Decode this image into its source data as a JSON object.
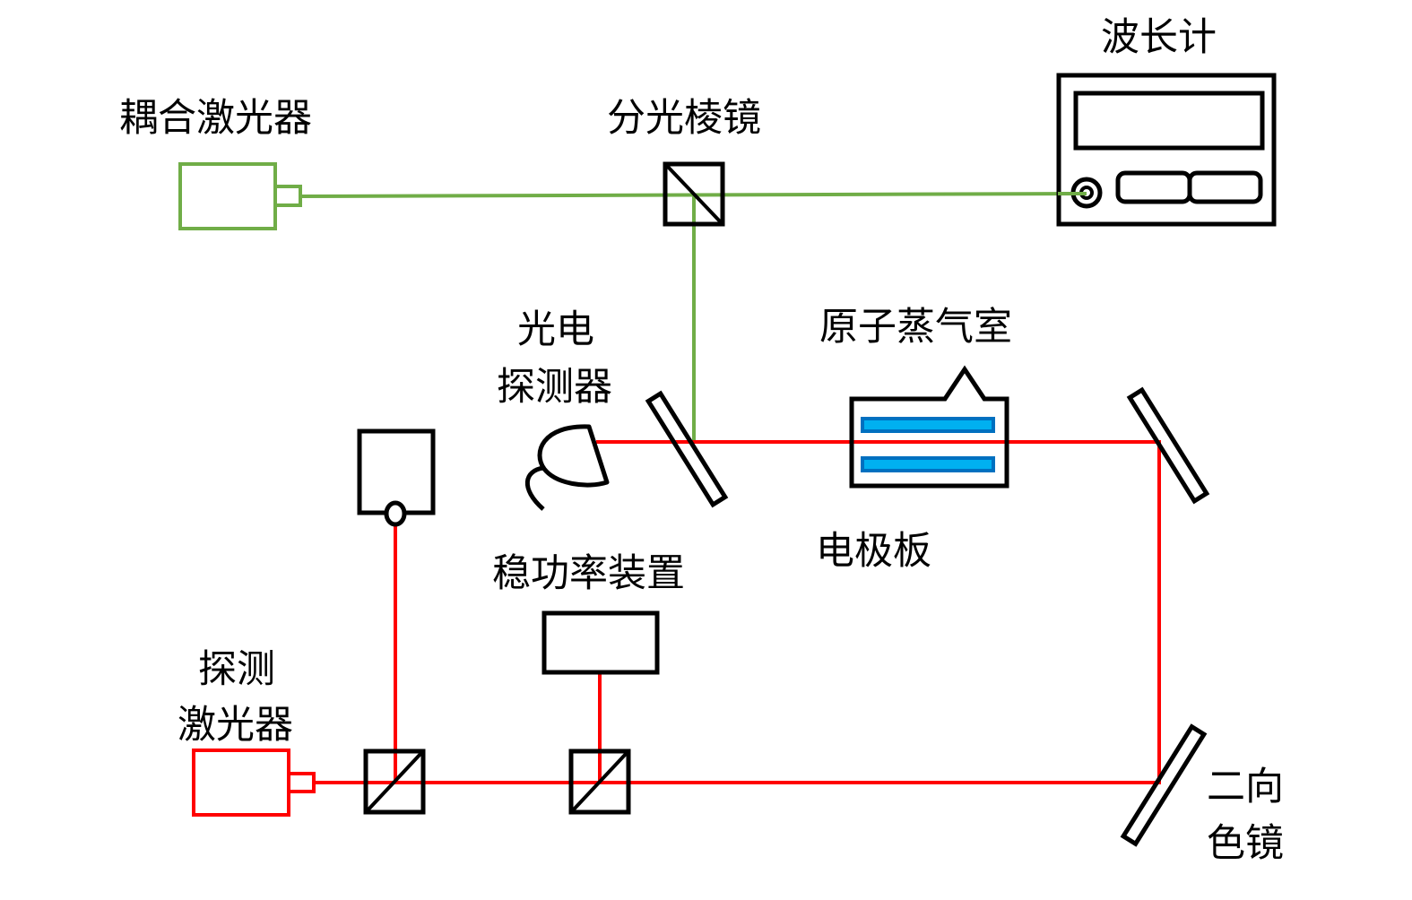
{
  "colors": {
    "coupling_beam": "#70ad47",
    "probe_beam": "#ff0000",
    "outline": "#000000",
    "electrode_fill": "#00b0f0",
    "electrode_border": "#0070c0",
    "background": "#ffffff"
  },
  "labels": {
    "wavemeter": "波长计",
    "coupling_laser": "耦合激光器",
    "beam_splitter_prism": "分光棱镜",
    "photodetector_line1": "光电",
    "photodetector_line2": "探测器",
    "vapor_cell": "原子蒸气室",
    "electrode_plates": "电极板",
    "power_stabilizer": "稳功率装置",
    "probe_laser_line1": "探测",
    "probe_laser_line2": "激光器",
    "dichroic_mirror_line1": "二向",
    "dichroic_mirror_line2": "色镜"
  },
  "components": [
    {
      "id": "coupling-laser",
      "type": "laser",
      "beam": "coupling"
    },
    {
      "id": "beam-splitter-top",
      "type": "beam-splitter-cube"
    },
    {
      "id": "wavemeter",
      "type": "wavemeter"
    },
    {
      "id": "photodetector",
      "type": "photodetector"
    },
    {
      "id": "dichroic-mirror-upper-left",
      "type": "mirror"
    },
    {
      "id": "vapor-cell",
      "type": "vapor-cell",
      "contains": "electrode-plates"
    },
    {
      "id": "mirror-upper-right",
      "type": "mirror"
    },
    {
      "id": "dichroic-mirror-lower-right",
      "type": "mirror"
    },
    {
      "id": "probe-laser",
      "type": "laser",
      "beam": "probe"
    },
    {
      "id": "beam-splitter-1",
      "type": "beam-splitter-cube"
    },
    {
      "id": "beam-splitter-2",
      "type": "beam-splitter-cube"
    },
    {
      "id": "power-stabilizer",
      "type": "box"
    },
    {
      "id": "fiber-coupler-box",
      "type": "box"
    }
  ]
}
